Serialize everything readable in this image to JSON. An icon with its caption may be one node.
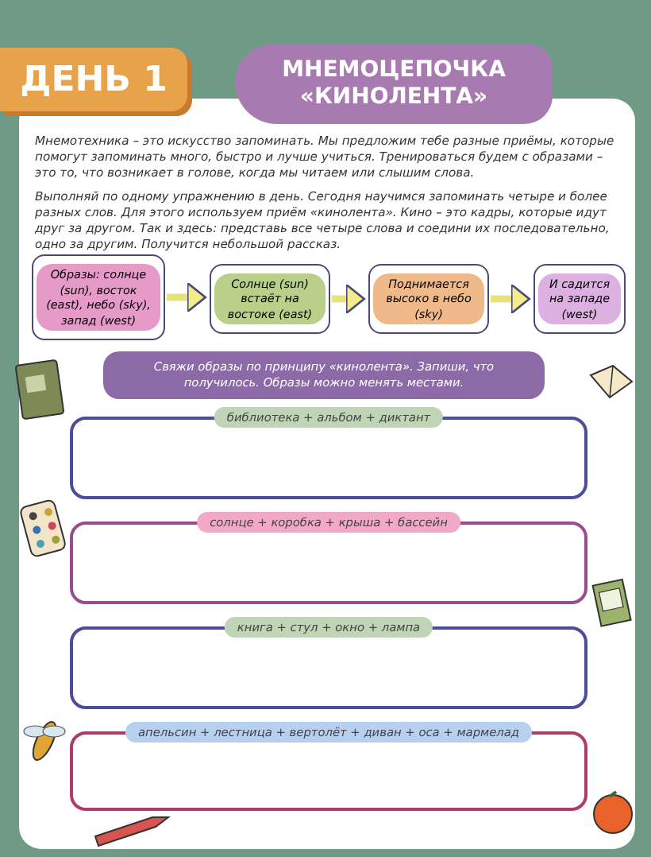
{
  "diagram": {
    "title": "МНЕМОЦЕПОЧКА «КИНОЛЕНТА»",
    "nodes": [
      {
        "text": [
          "Образы: солнце (sun), восток (east), небо (sky), запад (west)"
        ]
      },
      {
        "text": [
          "Солнце (sun) встаёт на востоке (east)"
        ]
      },
      {
        "text": [
          "Поднимается высоко в небо (sky)"
        ]
      },
      {
        "text": [
          "И садится на западе (west)"
        ]
      },
      {
        "text": [
          "Свяжи образы по принципу «кинолента». Запиши, что получилось. Образы можно менять местами."
        ]
      },
      {
        "text": [
          "библиотека + альбом + диктант"
        ]
      },
      {
        "text": [
          "солнце + коробка + крыша + бассейн"
        ]
      },
      {
        "text": [
          "книга + стул + окно + лампа"
        ]
      },
      {
        "text": [
          "апельсин + лестница + вертолёт + диван + оса + мармелад"
        ]
      }
    ],
    "edges": [
      {
        "from": 0,
        "to": 1,
        "arrow": "to"
      },
      {
        "from": 1,
        "to": 2,
        "arrow": "to"
      },
      {
        "from": 2,
        "to": 3,
        "arrow": "to"
      }
    ],
    "labels": [
      "ДЕНЬ 1",
      "Мнемотехника – это искусство запоминать. Мы предложим тебе разные приёмы, которые помогут запоминать много, быстро и лучше учиться. Тренироваться будем с образами – это то, что возникает в голове, когда мы читаем или слышим слова.",
      "Выполняй по одному упражнению в день. Сегодня научимся запоминать четыре и более разных слов. Для этого используем приём «кинолента». Кино – это кадры, которые идут друг за другом. Так и здесь: представь все четыре слова и соедини их последовательно, одно за другим. Получится небольшой рассказ."
    ]
  }
}
